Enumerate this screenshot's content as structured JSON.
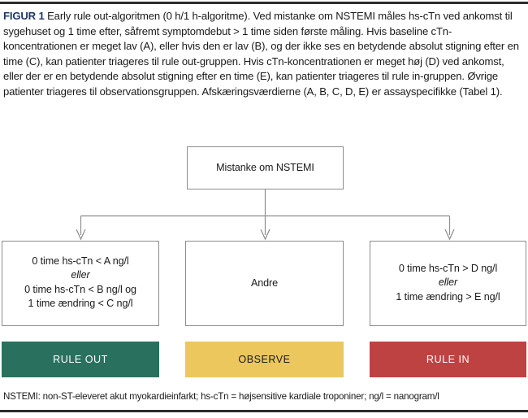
{
  "figure": {
    "label": "FIGUR 1",
    "label_color": "#1f3864",
    "caption": " Early rule out-algoritmen (0 h/1 h-algoritme). Ved mistanke om NSTEMI måles hs-cTn ved ankomst til sygehuset og 1 time efter, såfremt symptomdebut > 1 time siden første måling. Hvis baseline cTn-koncentrationen er meget lav (A), eller hvis den er lav (B), og der ikke ses en betydende absolut stigning efter en time (C), kan patienter triageres til rule out-gruppen. Hvis cTn-koncentrationen er meget høj (D) ved ankomst, eller der er en betydende absolut stigning efter en time (E), kan patienter triageres til rule in-gruppen. Øvrige patienter triageres til observationsgruppen. Afskæringsværdierne (A, B, C, D, E) er assayspecifikke (Tabel 1)."
  },
  "flowchart": {
    "root": {
      "text": "Mistanke om NSTEMI"
    },
    "branches": [
      {
        "id": "left",
        "lines": [
          {
            "text": "0 time hs-cTn < A ng/l",
            "italic": false
          },
          {
            "text": "eller",
            "italic": true
          },
          {
            "text": "0 time hs-cTn < B ng/l og",
            "italic": false
          },
          {
            "text": "1 time ændring < C ng/l",
            "italic": false
          }
        ],
        "outcome_label": "RULE OUT",
        "outcome_bg": "#29705f",
        "outcome_fg": "#ffffff"
      },
      {
        "id": "middle",
        "lines": [
          {
            "text": "Andre",
            "italic": false
          }
        ],
        "outcome_label": "OBSERVE",
        "outcome_bg": "#ebc75e",
        "outcome_fg": "#1a1a1a"
      },
      {
        "id": "right",
        "lines": [
          {
            "text": "0 time hs-cTn > D ng/l",
            "italic": false
          },
          {
            "text": "eller",
            "italic": true
          },
          {
            "text": "1 time ændring > E ng/l",
            "italic": false
          }
        ],
        "outcome_label": "RULE IN",
        "outcome_bg": "#bf4242",
        "outcome_fg": "#ffffff"
      }
    ],
    "connector_color": "#8d8d8d"
  },
  "footnote": {
    "text": "NSTEMI: non-ST-eleveret akut myokardieinfarkt; hs-cTn = højsensitive kardiale troponiner; ng/l = nanogram/l"
  }
}
